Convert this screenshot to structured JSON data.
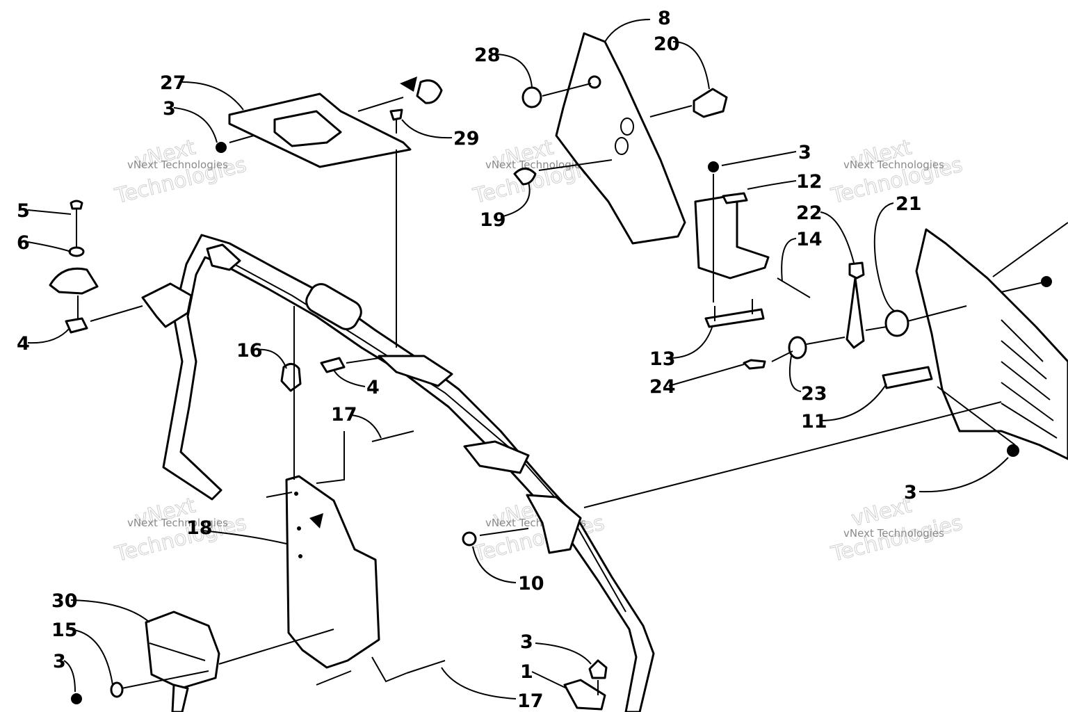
{
  "watermark": {
    "line1": "vNext",
    "line2": "Technologies",
    "small": "vNext Technologies"
  },
  "callouts": [
    {
      "id": "c1",
      "label": "8"
    },
    {
      "id": "c2",
      "label": "20"
    },
    {
      "id": "c3",
      "label": "28"
    },
    {
      "id": "c4",
      "label": "27"
    },
    {
      "id": "c5",
      "label": "3"
    },
    {
      "id": "c6",
      "label": "29"
    },
    {
      "id": "c7",
      "label": "19"
    },
    {
      "id": "c8",
      "label": "3"
    },
    {
      "id": "c9",
      "label": "12"
    },
    {
      "id": "c10",
      "label": "22"
    },
    {
      "id": "c11",
      "label": "21"
    },
    {
      "id": "c12",
      "label": "14"
    },
    {
      "id": "c13",
      "label": "5"
    },
    {
      "id": "c14",
      "label": "6"
    },
    {
      "id": "c15",
      "label": "4"
    },
    {
      "id": "c16",
      "label": "16"
    },
    {
      "id": "c17",
      "label": "4"
    },
    {
      "id": "c18",
      "label": "13"
    },
    {
      "id": "c19",
      "label": "24"
    },
    {
      "id": "c20",
      "label": "23"
    },
    {
      "id": "c21",
      "label": "11"
    },
    {
      "id": "c22",
      "label": "17"
    },
    {
      "id": "c23",
      "label": "3"
    },
    {
      "id": "c24",
      "label": "18"
    },
    {
      "id": "c25",
      "label": "10"
    },
    {
      "id": "c26",
      "label": "30"
    },
    {
      "id": "c27",
      "label": "15"
    },
    {
      "id": "c28",
      "label": "3"
    },
    {
      "id": "c29",
      "label": "3"
    },
    {
      "id": "c30",
      "label": "1"
    },
    {
      "id": "c31",
      "label": "17"
    }
  ]
}
